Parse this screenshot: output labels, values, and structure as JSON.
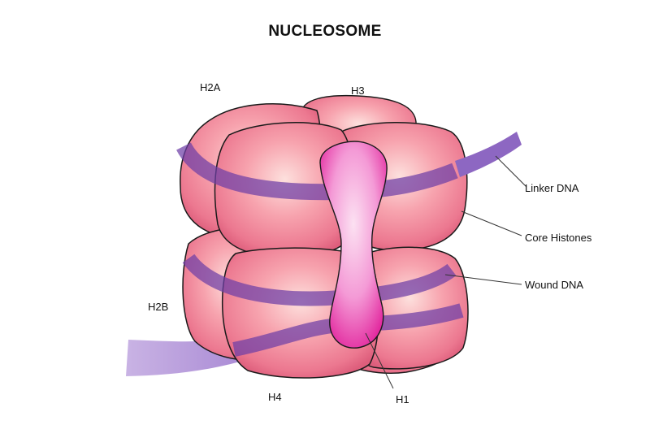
{
  "title": "NUCLEOSOME",
  "labels": {
    "h2a": "H2A",
    "h3": "H3",
    "h2b": "H2B",
    "h4": "H4",
    "h1": "H1",
    "linker_dna": "Linker DNA",
    "core_histones": "Core Histones",
    "wound_dna": "Wound DNA"
  },
  "colors": {
    "histone_light": "#FBC8C8",
    "histone_mid": "#EF7E92",
    "histone_dark": "#D54A6A",
    "outline": "#1a1a1a",
    "dna": "#6D3FA6",
    "linker_dna": "#B9A0D8",
    "h1_light": "#F7B6E4",
    "h1_dark": "#E0239C"
  }
}
